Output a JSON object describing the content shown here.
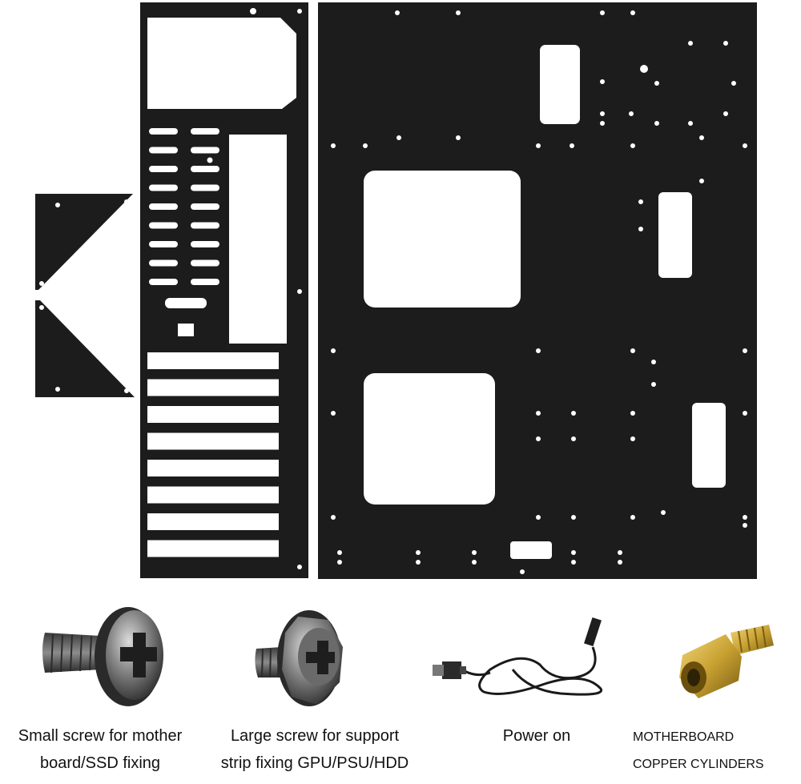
{
  "captions": {
    "small_screw": {
      "line1": "Small screw for mother",
      "line2": "board/SSD fixing"
    },
    "large_screw": {
      "line1": "Large screw for support",
      "line2": "strip fixing GPU/PSU/HDD"
    },
    "power_switch": {
      "line1": "Power on"
    },
    "copper_cylinders": {
      "line1": "MOTHERBOARD",
      "line2": "COPPER CYLINDERS"
    }
  },
  "colors": {
    "panel": "#1c1c1c",
    "background": "#ffffff",
    "brass": "#c9a233",
    "steel": "#555555"
  }
}
